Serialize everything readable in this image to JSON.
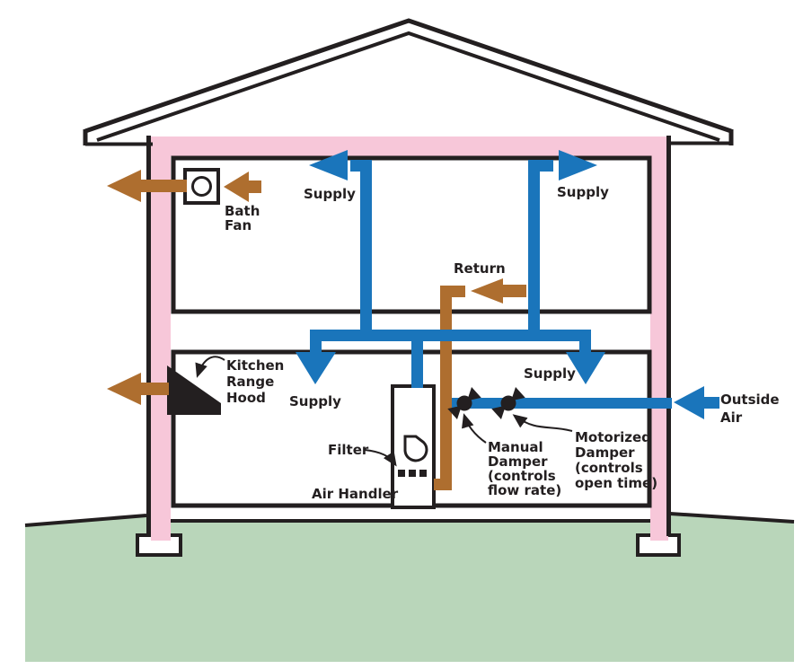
{
  "colors": {
    "supply_duct_blue": "#1a75bb",
    "exhaust_return_brown": "#ae6e2f",
    "wall_insulation_pink": "#f7c7d9",
    "ground_green": "#b9d6ba",
    "outline_black": "#231f20",
    "fill_white": "#ffffff"
  },
  "icons": {
    "bath_fan": "fan-in-box-icon",
    "blower": "blower-scroll-icon",
    "manual_damper": "butterfly-damper-icon",
    "motorized_damper": "butterfly-damper-icon",
    "filter": "dashed-filter-icon"
  },
  "labels": {
    "supply_upstairs_left": "Supply",
    "supply_upstairs_right": "Supply",
    "return_grille": "Return",
    "supply_downstairs_left": "Supply",
    "supply_downstairs_right": "Supply",
    "bath_fan": [
      "Bath",
      "Fan"
    ],
    "kitchen_range_hood": [
      "Kitchen",
      "Range",
      "Hood"
    ],
    "filter": "Filter",
    "air_handler": "Air Handler",
    "manual_damper": [
      "Manual",
      "Damper",
      "(controls",
      "flow rate)"
    ],
    "motorized_damper": [
      "Motorized",
      "Damper",
      "(controls",
      "open time)"
    ],
    "outside_air": [
      "Outside",
      "Air"
    ]
  }
}
